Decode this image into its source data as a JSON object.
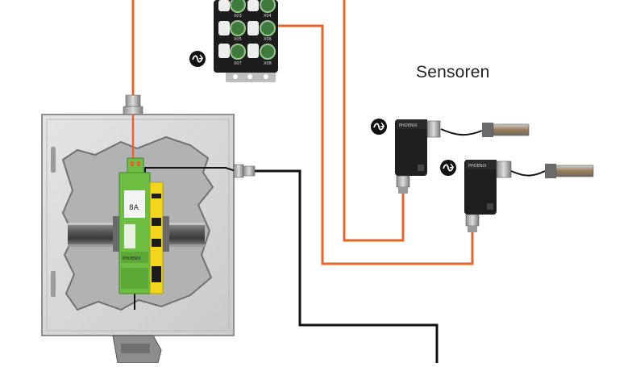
{
  "diagram": {
    "label_sensors": "Sensoren",
    "io_box": {
      "port_labels": [
        "X03",
        "X04",
        "X05",
        "X06",
        "X07",
        "X08"
      ]
    },
    "sensor_1": {
      "plug_text": "PHOENIX"
    },
    "sensor_2": {
      "plug_text": "PHOENIX"
    },
    "relay_module": {
      "rating_text": "8A",
      "brand_text": "PHOENIX"
    },
    "icons": [
      "signal-icon",
      "signal-icon",
      "signal-icon"
    ],
    "colors": {
      "orange_cable": "#e8642a",
      "black_cable": "#111111",
      "cabinet": "#d5d6d8",
      "module_green": "#6fbe44",
      "module_yellow": "#f2d61b",
      "io_box_body": "#1c1c1c"
    }
  }
}
